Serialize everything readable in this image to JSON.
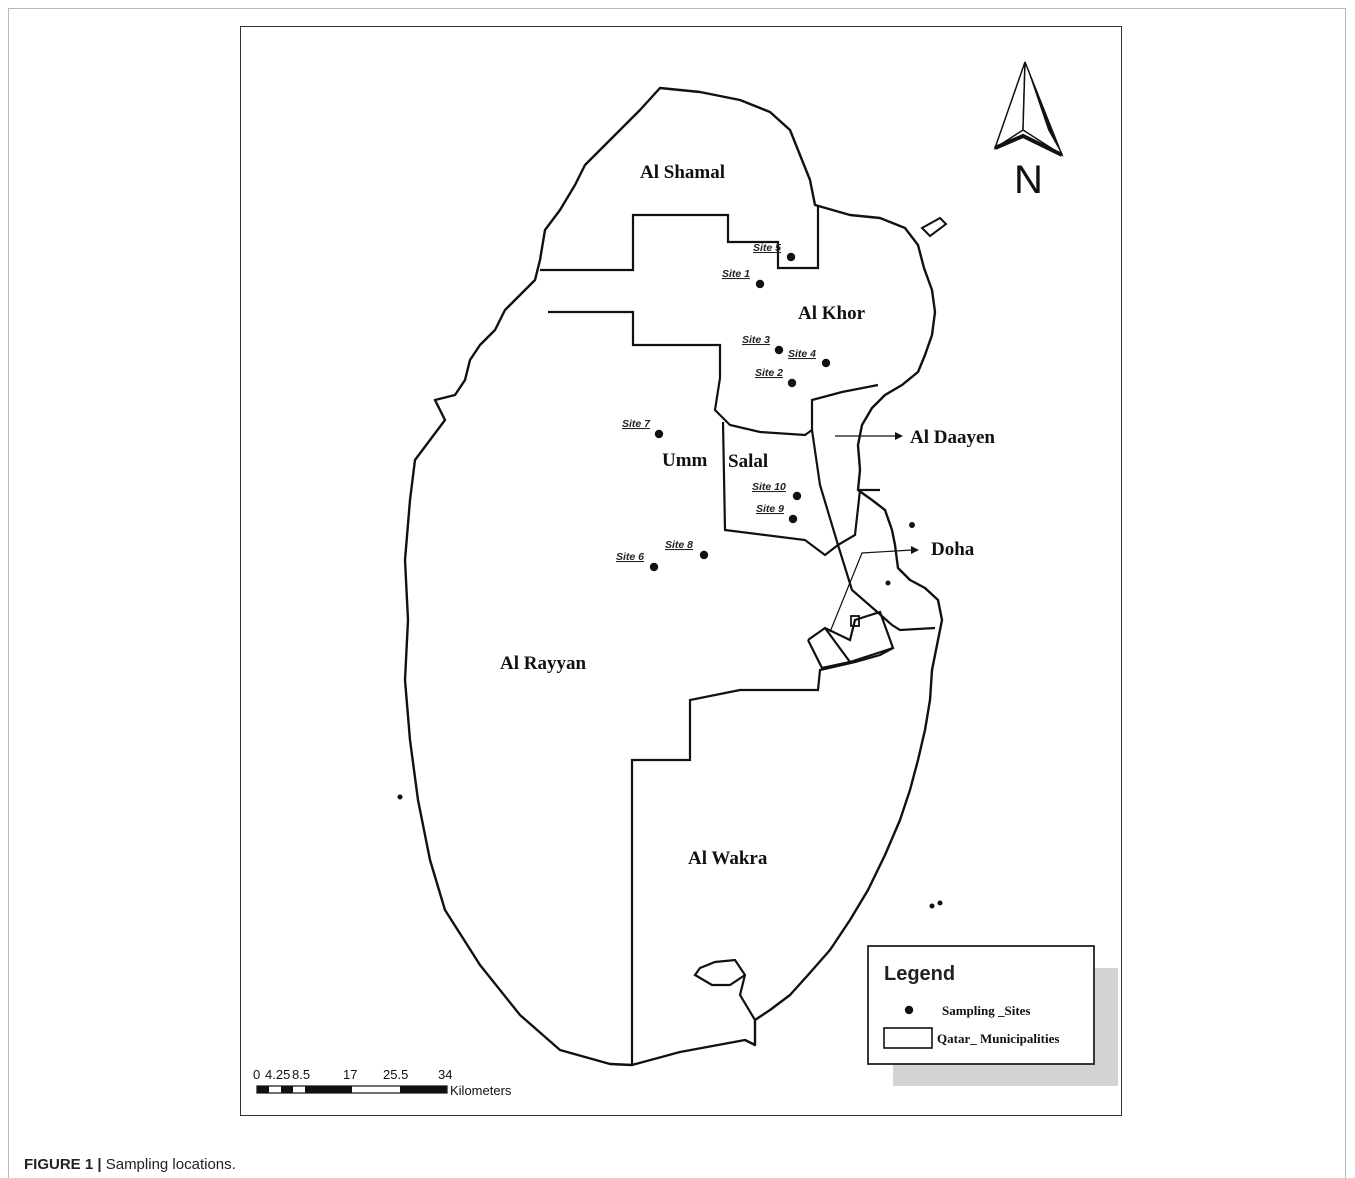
{
  "figure": {
    "label": "FIGURE 1 |",
    "caption": "Sampling locations."
  },
  "north": {
    "label": "N"
  },
  "regions": {
    "al_shamal": "Al Shamal",
    "al_khor": "Al Khor",
    "al_daayen": "Al Daayen",
    "umm": "Umm",
    "salal": "Salal",
    "doha": "Doha",
    "al_rayyan": "Al Rayyan",
    "al_wakra": "Al Wakra"
  },
  "sites": {
    "site1": "Site 1",
    "site2": "Site 2",
    "site3": "Site 3",
    "site4": "Site 4",
    "site5": "Site 5",
    "site6": "Site 6",
    "site7": "Site 7",
    "site8": "Site 8",
    "site9": "Site 9",
    "site10": "Site 10"
  },
  "legend": {
    "title": "Legend",
    "sampling_sites": "Sampling _Sites",
    "municipalities": "Qatar_ Municipalities"
  },
  "scale": {
    "ticks": [
      "0",
      "4.25",
      "8.5",
      "17",
      "25.5",
      "34"
    ],
    "unit": "Kilometers"
  },
  "colors": {
    "ink": "#111111",
    "shadow": "#d3d3d3"
  }
}
